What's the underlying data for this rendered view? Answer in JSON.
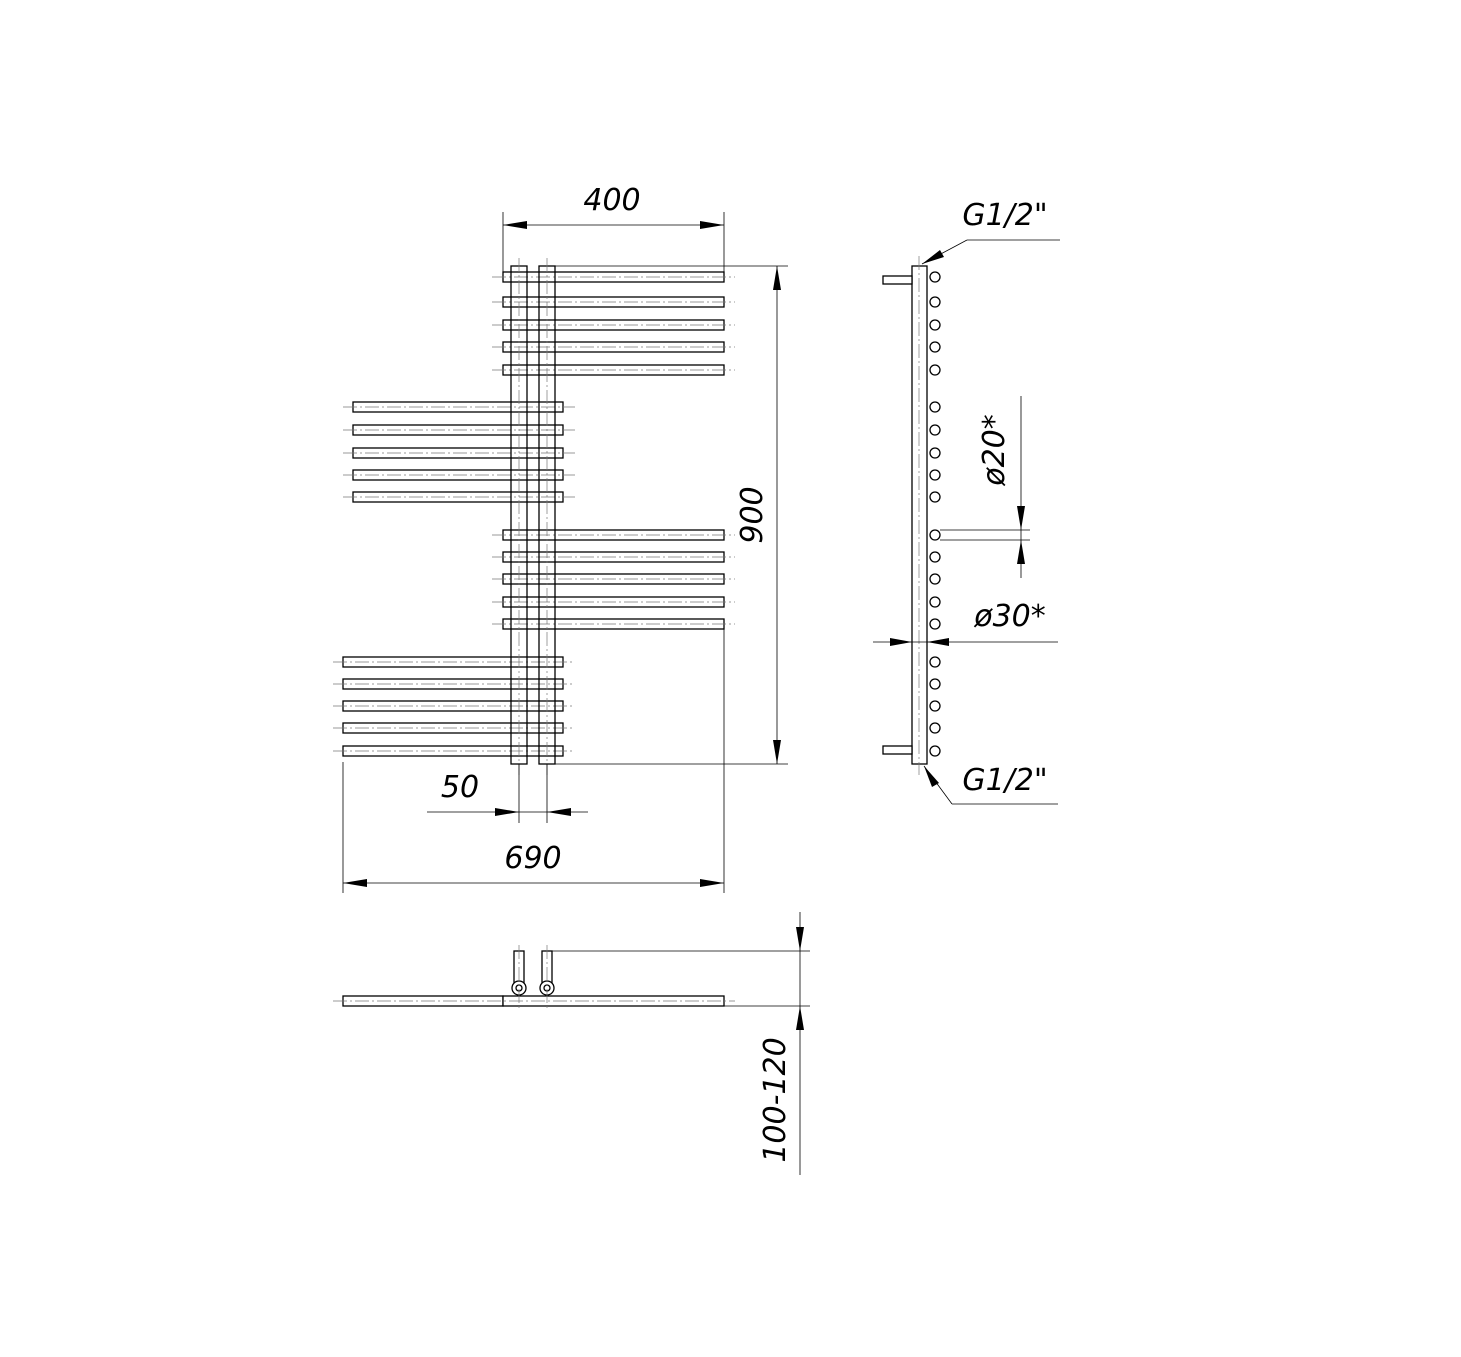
{
  "dimensions": {
    "width_top": "400",
    "height_total": "900",
    "collector_spacing": "50",
    "width_total": "690",
    "wall_offset": "100-120",
    "connection_top": "G1/2\"",
    "connection_bottom": "G1/2\"",
    "tube_diameter": "ø20*",
    "collector_diameter": "ø30*"
  },
  "colors": {
    "ink": "#000000",
    "center_line": "#777777",
    "background": "#ffffff"
  }
}
